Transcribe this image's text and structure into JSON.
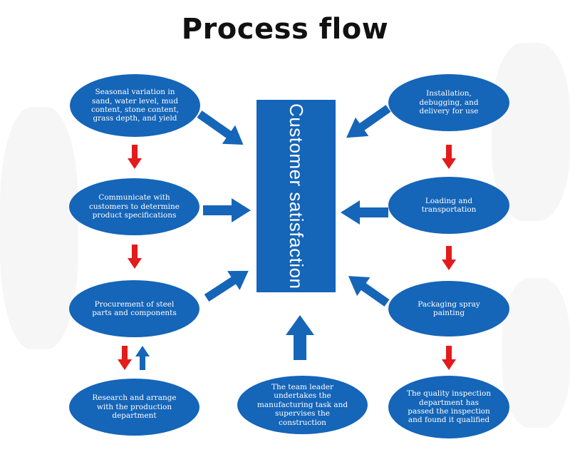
{
  "title": "Process flow",
  "center_label": "Customer satisfaction",
  "colors": {
    "node": "#1565b8",
    "flow_arrow": "#e21b1b",
    "feed_arrow": "#1565b8"
  },
  "nodes": {
    "seasonal": "Seasonal variation in sand, water level, mud content, stone content, grass depth, and yield",
    "communicate": "Communicate with customers to determine product specifications",
    "procurement": "Procurement of steel parts and components",
    "research": "Research and arrange with the production department",
    "team_leader": "The team leader undertakes the manufacturing task and supervises the construction",
    "quality": "The quality inspection department has passed the inspection and found it qualified",
    "packaging": "Packaging spray painting",
    "loading": "Loading and transportation",
    "installation": "Installation, debugging, and delivery for use"
  }
}
